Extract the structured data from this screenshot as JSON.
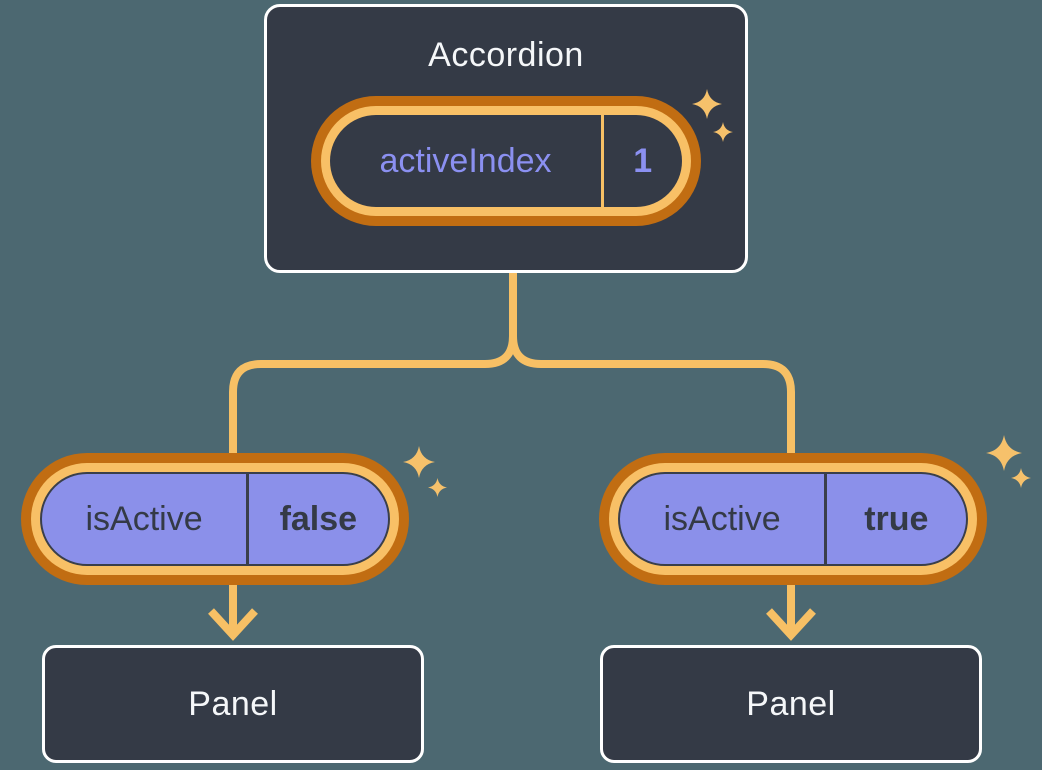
{
  "diagram": {
    "description": "React component tree showing state lifted to parent Accordion, passed down as isActive props to children rendering Panels",
    "background_color": "#4c6871",
    "palette": {
      "node_background": "#343a46",
      "node_border": "#ffffff",
      "node_text": "#f5f7f9",
      "connector_orange": "#f7c065",
      "ring_dark_orange": "#c16d12",
      "ring_light_orange": "#f8c066",
      "prop_pill_fill": "#8b90ea",
      "state_text_purple": "#8b90f1",
      "dark_text": "#343a46",
      "sparkle": "#f6c16b"
    }
  },
  "accordion": {
    "title": "Accordion",
    "state_pill": {
      "label": "activeIndex",
      "value": "1"
    }
  },
  "children": [
    {
      "prop_pill": {
        "label": "isActive",
        "value": "false"
      },
      "panel": {
        "title": "Panel"
      }
    },
    {
      "prop_pill": {
        "label": "isActive",
        "value": "true"
      },
      "panel": {
        "title": "Panel"
      }
    }
  ]
}
